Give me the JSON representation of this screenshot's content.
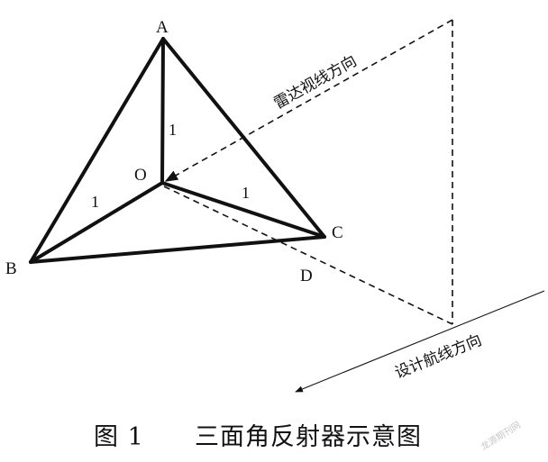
{
  "points": {
    "A": "A",
    "B": "B",
    "C": "C",
    "O": "O",
    "D": "D"
  },
  "edge_lengths": {
    "OA": "1",
    "OB": "1",
    "OC": "1"
  },
  "directions": {
    "radar": "雷达视线方向",
    "flight": "设计航线方向"
  },
  "caption": {
    "figure_number": "图 1",
    "title": "三面角反射器示意图"
  },
  "watermark": "龙源期刊网",
  "colors": {
    "ink": "#111111",
    "watermark": "#c8c8c8"
  }
}
